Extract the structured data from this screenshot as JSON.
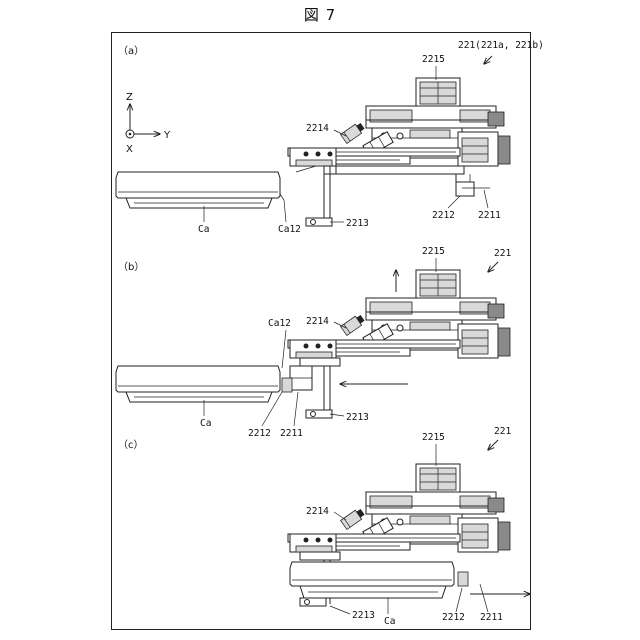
{
  "figure": {
    "title": "図 7"
  },
  "axes": {
    "z": "Z",
    "y": "Y",
    "x": "X"
  },
  "panels": [
    {
      "label": "（a）",
      "ref_main": "221(221a, 221b)",
      "labels": {
        "l2215": "2215",
        "l2214": "2214",
        "lca": "Ca",
        "lca12": "Ca12",
        "l2213": "2213",
        "l2212": "2212",
        "l2211": "2211"
      }
    },
    {
      "label": "（b）",
      "ref_main": "221",
      "labels": {
        "l2215": "2215",
        "l2214": "2214",
        "lca": "Ca",
        "lca12": "Ca12",
        "l2213": "2213",
        "l2212": "2212",
        "l2211": "2211"
      }
    },
    {
      "label": "（c）",
      "ref_main": "221",
      "labels": {
        "l2215": "2215",
        "l2214": "2214",
        "lca": "Ca",
        "l2213": "2213",
        "l2212": "2212",
        "l2211": "2211"
      }
    }
  ]
}
